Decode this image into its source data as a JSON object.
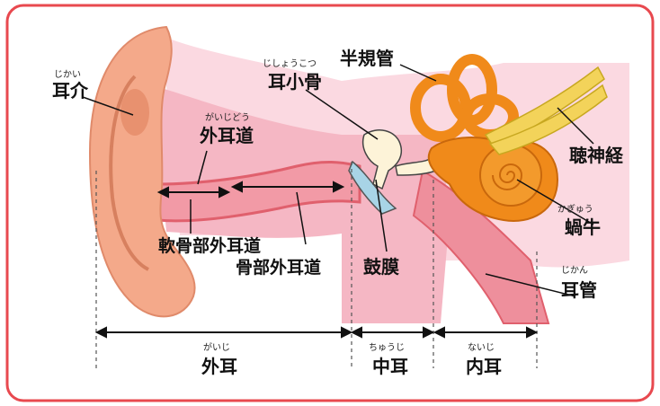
{
  "labels": {
    "jikai": {
      "text": "耳介",
      "ruby": "じかい"
    },
    "gaijido": {
      "text": "外耳道",
      "ruby": "がいじどう"
    },
    "jishokotsu": {
      "text": "耳小骨",
      "ruby": "じしょうこつ"
    },
    "hankikan": {
      "text": "半規管"
    },
    "chōshinkei": {
      "text": "聴神経"
    },
    "kagyu": {
      "text": "蝸牛",
      "ruby": "かぎゅう"
    },
    "jikan": {
      "text": "耳管",
      "ruby": "じかん"
    },
    "nankotsubu": {
      "text": "軟骨部外耳道"
    },
    "kotsubu": {
      "text": "骨部外耳道"
    },
    "komaku": {
      "text": "鼓膜"
    }
  },
  "sections": {
    "gaiji": {
      "text": "外耳",
      "ruby": "がいじ"
    },
    "chuji": {
      "text": "中耳",
      "ruby": "ちゅうじ"
    },
    "naiji": {
      "text": "内耳",
      "ruby": "ないじ"
    }
  },
  "colors": {
    "frame": "#e8494f",
    "skin": "#f4a98a",
    "canal_bg": "#f7c3cf",
    "canal_wall": "#e87a84",
    "bone": "#f0a0ad",
    "inner_ear": "#f08a1a",
    "nerve": "#f3d35a"
  }
}
